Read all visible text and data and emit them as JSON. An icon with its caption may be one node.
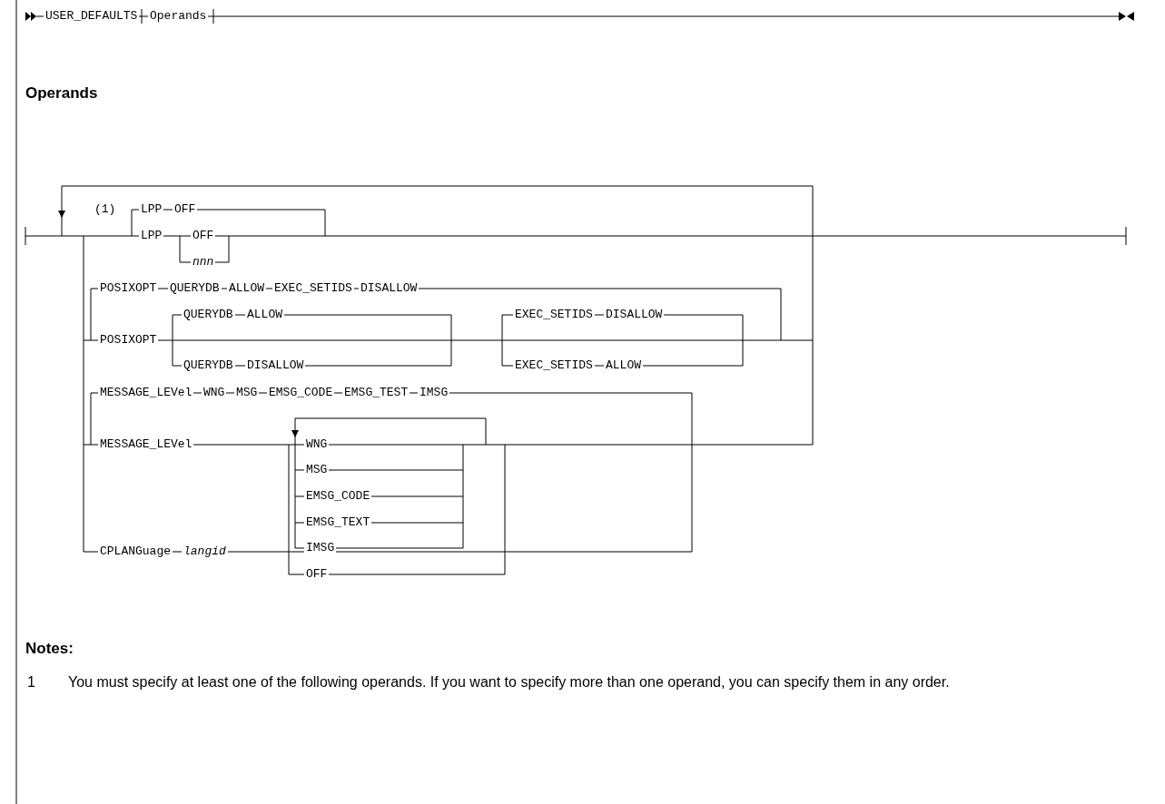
{
  "diagram": {
    "labels": [
      "USER_DEFAULTS",
      "Operands",
      "Operands",
      "(1)",
      "LPP",
      "OFF",
      "LPP",
      "OFF",
      "nnn",
      "POSIXOPT",
      "QUERYDB",
      "ALLOW",
      "EXEC_SETIDS",
      "DISALLOW",
      "POSIXOPT",
      "QUERYDB",
      "ALLOW",
      "EXEC_SETIDS",
      "DISALLOW",
      "QUERYDB",
      "DISALLOW",
      "EXEC_SETIDS",
      "ALLOW",
      "MESSAGE_LEVel",
      "WNG",
      "MSG",
      "EMSG_CODE",
      "EMSG_TEST",
      "IMSG",
      "MESSAGE_LEVel",
      "WNG",
      "MSG",
      "EMSG_CODE",
      "EMSG_TEXT",
      "IMSG",
      "OFF",
      "CPLANGuage",
      "langid",
      "Notes:",
      "1",
      "You must specify at least one of the following operands. If you want to specify more than one operand, you can specify them in any order."
    ]
  }
}
